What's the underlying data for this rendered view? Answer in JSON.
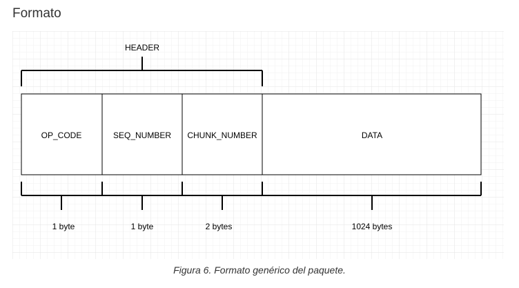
{
  "section_title": "Formato",
  "diagram": {
    "header_label": "HEADER",
    "fields": [
      {
        "name": "OP_CODE",
        "size": "1 byte"
      },
      {
        "name": "SEQ_NUMBER",
        "size": "1 byte"
      },
      {
        "name": "CHUNK_NUMBER",
        "size": "2 bytes"
      },
      {
        "name": "DATA",
        "size": "1024 bytes"
      }
    ]
  },
  "caption": "Figura 6. Formato genérico del paquete."
}
